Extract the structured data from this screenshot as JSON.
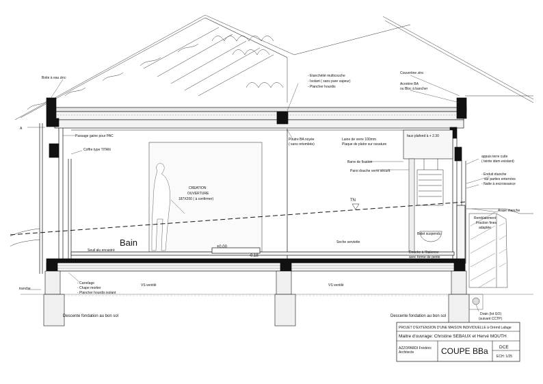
{
  "labels": {
    "boite_eau": "Boite à eau zinc",
    "etancheite": "- Etanchéité multicouche",
    "isolant": "- Isolant ( sans pare vapeur)",
    "plancher_hourdis_top": "- Plancher hourdis",
    "couvertine": "Couvertine zinc",
    "acrotere_1": "Acrotère BA",
    "acrotere_2": "ou Bloc à bancher",
    "label_a": "A",
    "passage_gaine": "Passage gaine pour PAC",
    "coffre": "Coffre type TITAN",
    "poutre_1": "Poutre BA noyée",
    "poutre_2": "( sans retombée)",
    "laine_1": "Laine de verre 100mm",
    "laine_2": "Plaque de platre sur ossature",
    "faux_plafond": "faux plafond à + 2.30",
    "barre_fixation": "Barre de fixation",
    "paroi_douche": "Paroi douche verre sécurit",
    "appuis_1": "appuis terre cuite",
    "appuis_2": "( teinte idem existant)",
    "enduit_1": "- Enduit étanche",
    "enduit_2": "sur parties enterrées",
    "natte": "- Natte à excroissance",
    "arase": "Arase étanche",
    "remblaiement_1": "Remblaiement",
    "remblaiement_2": "Fraction fines",
    "remblaiement_3": "adaptée",
    "creation_1": "CREATION",
    "creation_2": "OUVERTURE",
    "creation_3": "187X200 ( à confirmer)",
    "tn": "TN",
    "bain": "Bain",
    "seuil": "Seuil alu encastré",
    "level_zero": "±0.00",
    "level_minus": "-0.18",
    "seche_serviette": "Seche serviette",
    "bidet": "Bidet suspendu",
    "douche_1": "Douche à l'Italienne",
    "douche_2": "avec forme de pente",
    "tranche": "tranche",
    "carrelage": "- Carrelage",
    "chape": "- Chape mortier",
    "plancher_hourdis_bottom": "- Plancher hourdis isolant",
    "vs_ventile_1": "VS ventilé",
    "vs_ventile_2": "VS ventilé",
    "descente_1": "Descente fondation au bon sol",
    "descente_2": "Descente fondation au bon sol",
    "drain_1": "Drain (lot GO)",
    "drain_2": "(suivant CCTP)"
  },
  "title_block": {
    "project": "PROJET D'EXTENSION D'UNE MAISON INDIVIDUELLE à Orémil Lafage",
    "client": "Maitre d'ouvrage: Christine SEBAUX et Hervé MOUTH",
    "architect_1": "AZZOPARDI Frédéric",
    "architect_2": "Architecte",
    "sheet_title": "COUPE BBa",
    "phase": "DCE",
    "scale": "ECH: 1/25"
  }
}
